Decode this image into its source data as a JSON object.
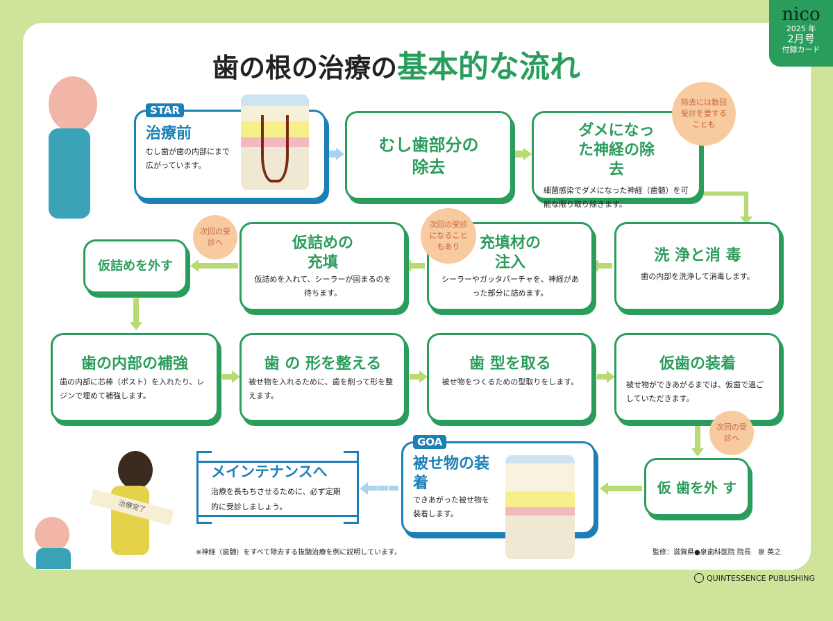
{
  "badge": {
    "brand": "nico",
    "year": "2025 年",
    "issue": "2月号",
    "subtitle": "付録カード"
  },
  "title": {
    "prefix": "歯の根の治療の",
    "highlight": "基本的な流れ"
  },
  "steps": [
    {
      "tag": "STAR",
      "title": "治療前",
      "desc": "むし歯が歯の内部にまで広がっています。"
    },
    {
      "title": "むし歯部分の除去",
      "desc": ""
    },
    {
      "title": "ダメになった神経の除去",
      "desc": "細菌感染でダメになった神経（歯髄）を可能な限り取り除きます。"
    },
    {
      "title": "洗 浄と消 毒",
      "desc": "歯の内部を洗浄して消毒します。"
    },
    {
      "title": "充填材の注入",
      "desc": "シーラーやガッタパーチャを、神経があった部分に詰めます。"
    },
    {
      "title": "仮詰めの充填",
      "desc": "仮詰めを入れて、シーラーが固まるのを待ちます。"
    },
    {
      "title": "仮詰めを外す",
      "desc": ""
    },
    {
      "title": "歯の内部の補強",
      "desc": "歯の内部に芯棒（ポスト）を入れたり、レジンで埋めて補強します。"
    },
    {
      "title": "歯 の 形を整える",
      "desc": "被せ物を入れるために、歯を削って形を整えます。"
    },
    {
      "title": "歯 型を取る",
      "desc": "被せ物をつくるための型取りをします。"
    },
    {
      "title": "仮歯の装着",
      "desc": "被せ物ができあがるまでは、仮歯で過ごしていただきます。"
    },
    {
      "title": "仮 歯を外 す",
      "desc": ""
    },
    {
      "tag": "GOA",
      "title": "被せ物の装着",
      "desc": "できあがった被せ物を装着します。"
    }
  ],
  "notes": {
    "n1": "除去には数回受診を要することも",
    "n2": "次回の受診へ",
    "n3": "次回の受診になることもあり",
    "n4": "次回の受診へ"
  },
  "maintenance": {
    "title": "メインテナンスへ",
    "desc": "治療を長もちさせるために、必ず定期的に受診しましょう。"
  },
  "ribbon": "治療完了",
  "footnote": "※神経（歯髄）をすべて除去する抜髄治療を例に説明しています。",
  "supervisor": "監修：滋賀県●泉歯科医院 院長　泉 英之",
  "publisher": "QUINTESSENCE PUBLISHING",
  "colors": {
    "green": "#2a9d5c",
    "blue": "#1c7fb6",
    "lime": "#cfe39b",
    "orange": "#f8caa0"
  }
}
